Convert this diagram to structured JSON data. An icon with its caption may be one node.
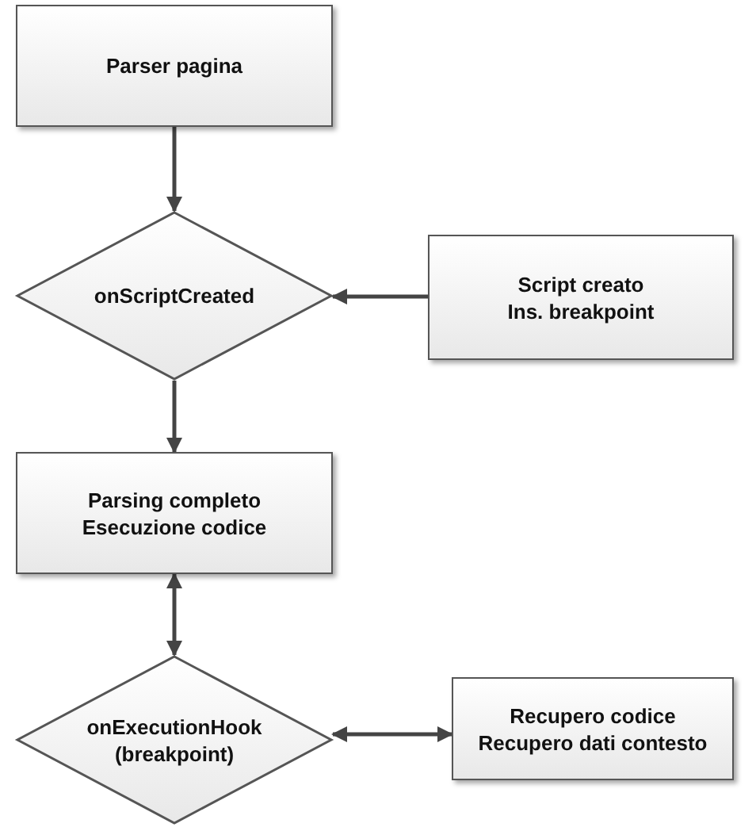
{
  "diagram": {
    "nodes": [
      {
        "text": [
          "Parser pagina"
        ]
      },
      {
        "text": [
          "onScriptCreated"
        ]
      },
      {
        "text": [
          "Script creato",
          "Ins. breakpoint"
        ]
      },
      {
        "text": [
          "Parsing completo",
          "Esecuzione codice"
        ]
      },
      {
        "text": [
          "onExecutionHook",
          "(breakpoint)"
        ]
      },
      {
        "text": [
          "Recupero codice",
          "Recupero dati contesto"
        ]
      }
    ],
    "edges": [
      {
        "from": 0,
        "to": 1,
        "arrow": "to"
      },
      {
        "from": 2,
        "to": 1,
        "arrow": "to"
      },
      {
        "from": 1,
        "to": 3,
        "arrow": "to"
      },
      {
        "from": 3,
        "to": 4,
        "arrow": "both"
      },
      {
        "from": 4,
        "to": 5,
        "arrow": "both"
      }
    ]
  }
}
